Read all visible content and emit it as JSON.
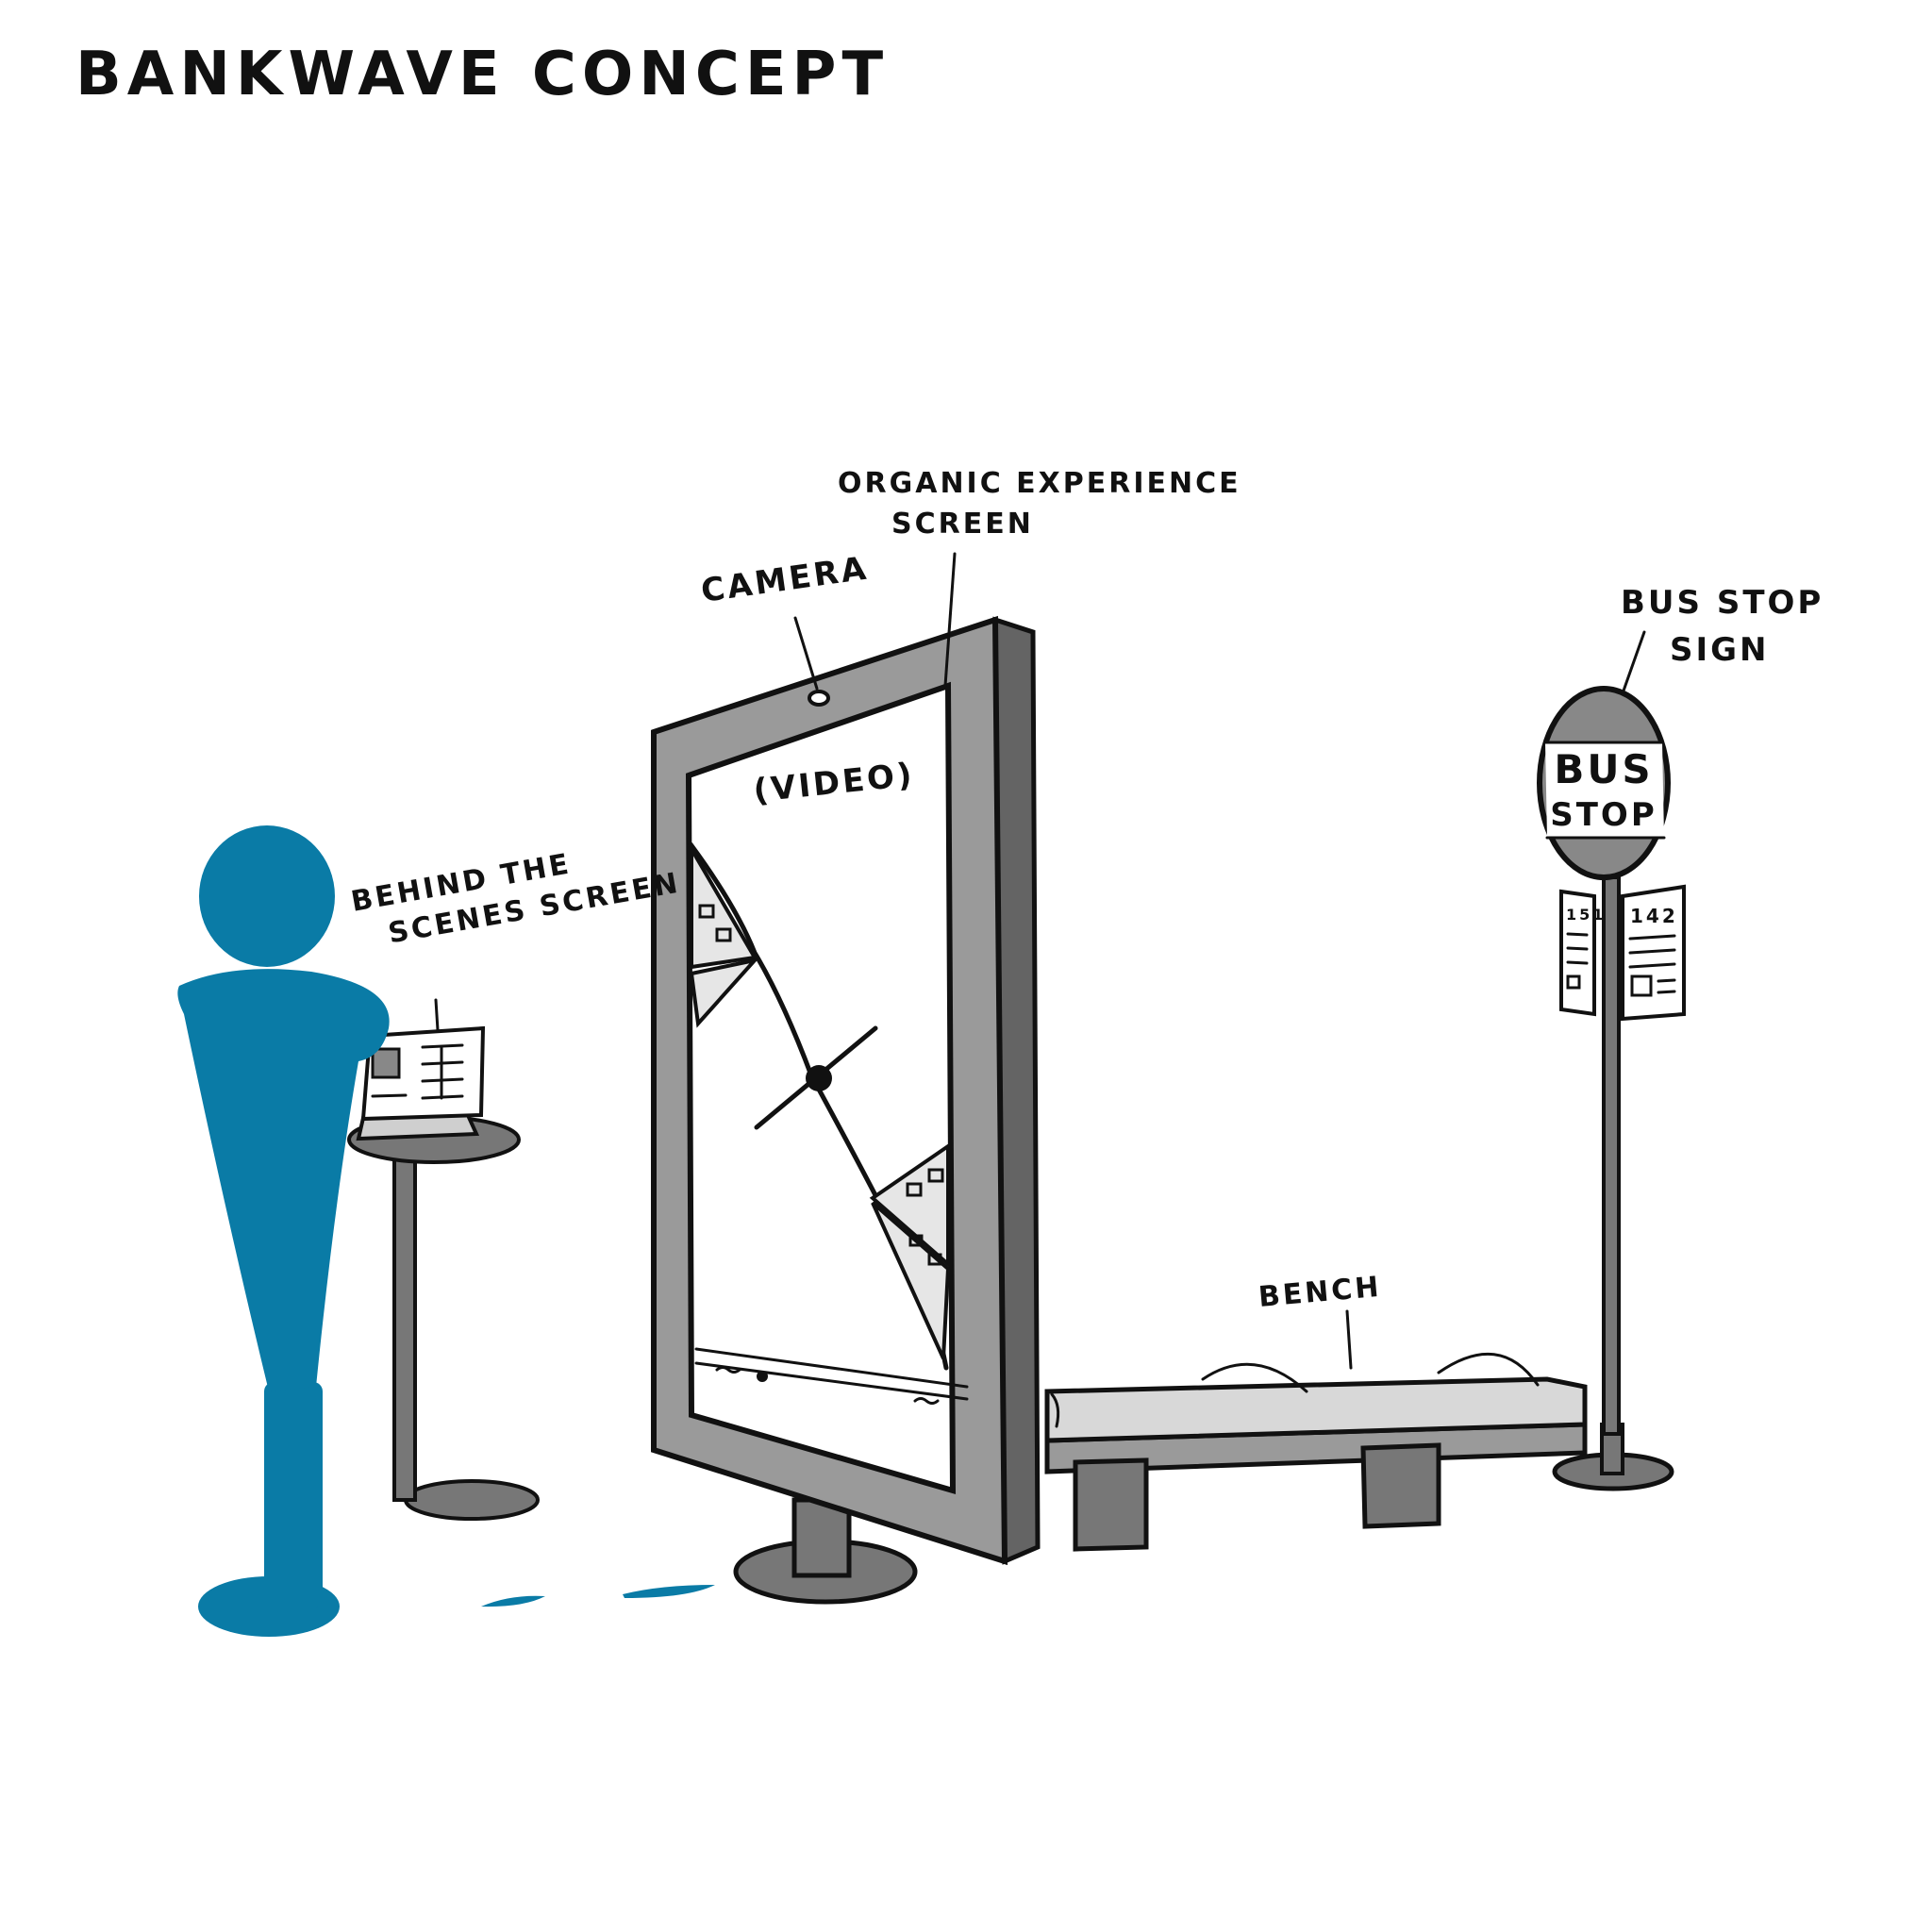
{
  "title": "BANKWAVE   CONCEPT",
  "labels": {
    "organic_screen_line1": "ORGANIC EXPERIENCE",
    "organic_screen_line2": "SCREEN",
    "camera": "CAMERA",
    "video": "(VIDEO)",
    "behind_line1": "BEHIND THE",
    "behind_line2": "SCENES SCREEN",
    "bench": "BENCH",
    "bus_stop_sign_line1": "BUS STOP",
    "bus_stop_sign_line2": "SIGN"
  },
  "sign": {
    "line1": "BUS",
    "line2": "STOP",
    "route_left": "151",
    "route_right": "142"
  },
  "colors": {
    "person": "#0a7ba6",
    "frame_dark": "#646464",
    "frame_light": "#9a9a9a",
    "bench_top": "#d8d8d8",
    "ink": "#111111"
  }
}
